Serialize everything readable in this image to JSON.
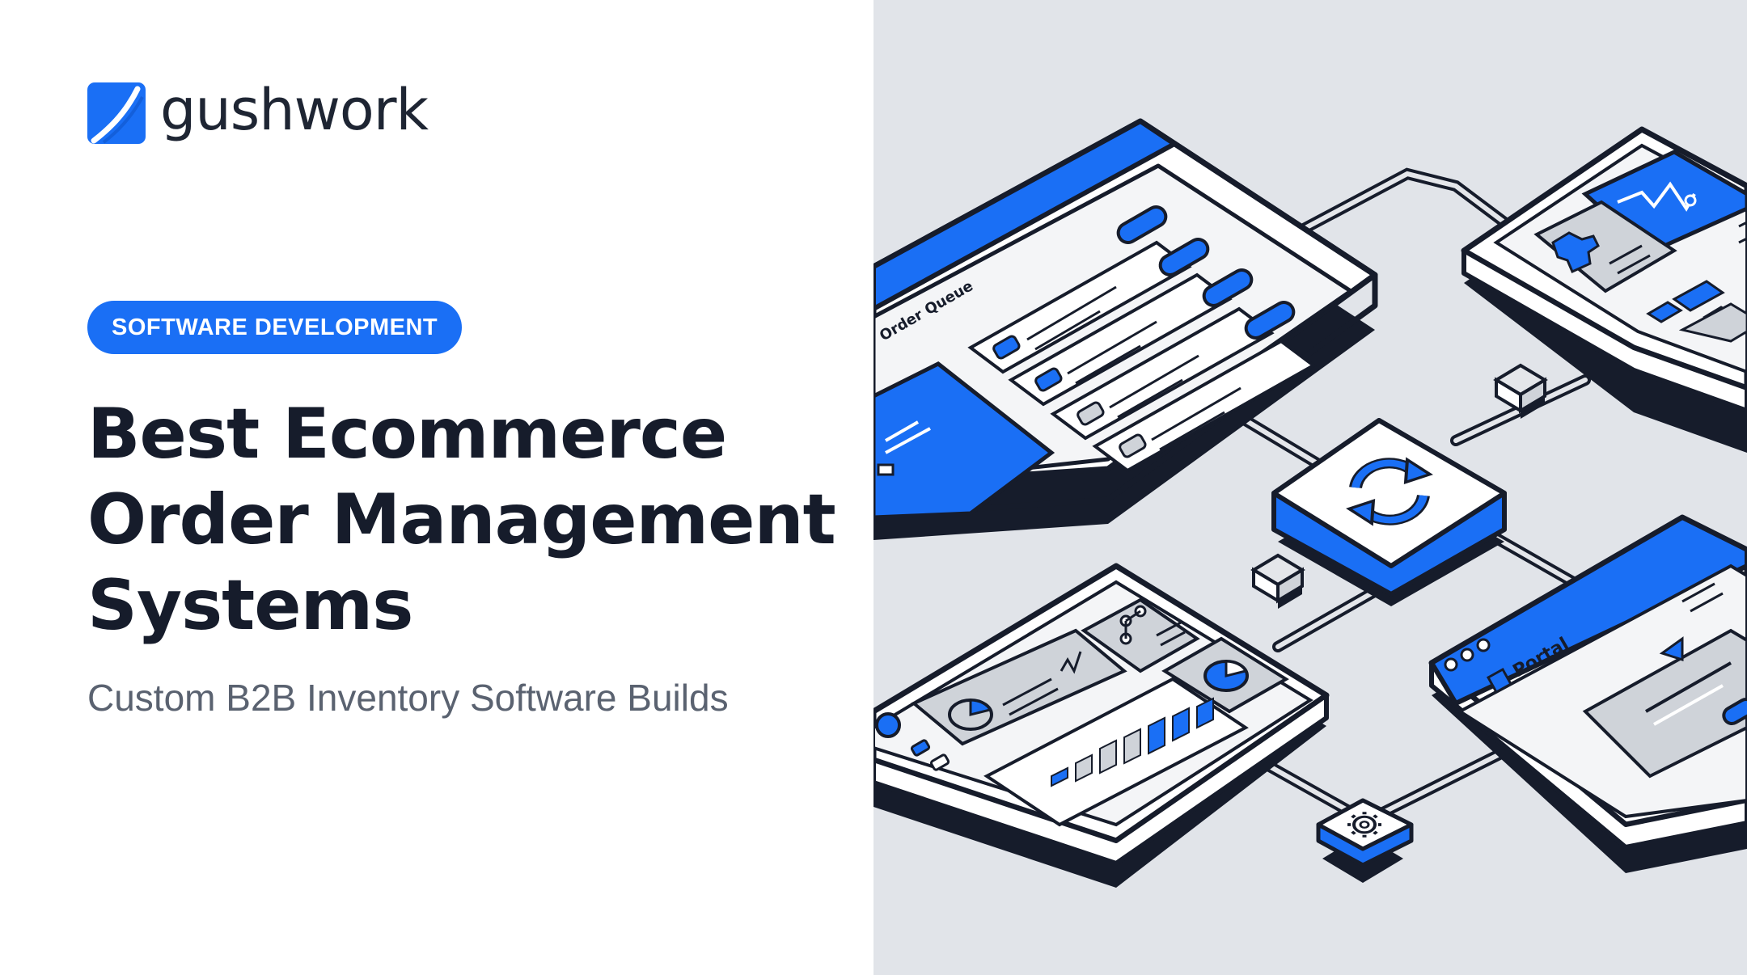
{
  "brand": {
    "name": "gushwork",
    "logo_icon": "brand-mark-icon",
    "accent": "#1a6ff5"
  },
  "badge": {
    "label": "SOFTWARE DEVELOPMENT"
  },
  "headline": {
    "lines": [
      "Best Ecommerce",
      "Order Management",
      "Systems"
    ]
  },
  "subtitle": "Custom B2B Inventory Software Builds",
  "illustration": {
    "order_queue_title": "Order Queue",
    "portal_title": "Portal",
    "icons": [
      "sync-icon",
      "gear-icon",
      "network-icon",
      "pie-chart-icon",
      "line-chart-icon",
      "tshirt-icon",
      "play-icon"
    ]
  },
  "colors": {
    "blue": "#1a6ff5",
    "ink": "#161c2b",
    "panel_bg": "#e1e4e9",
    "light_gray": "#e4e6ea"
  }
}
